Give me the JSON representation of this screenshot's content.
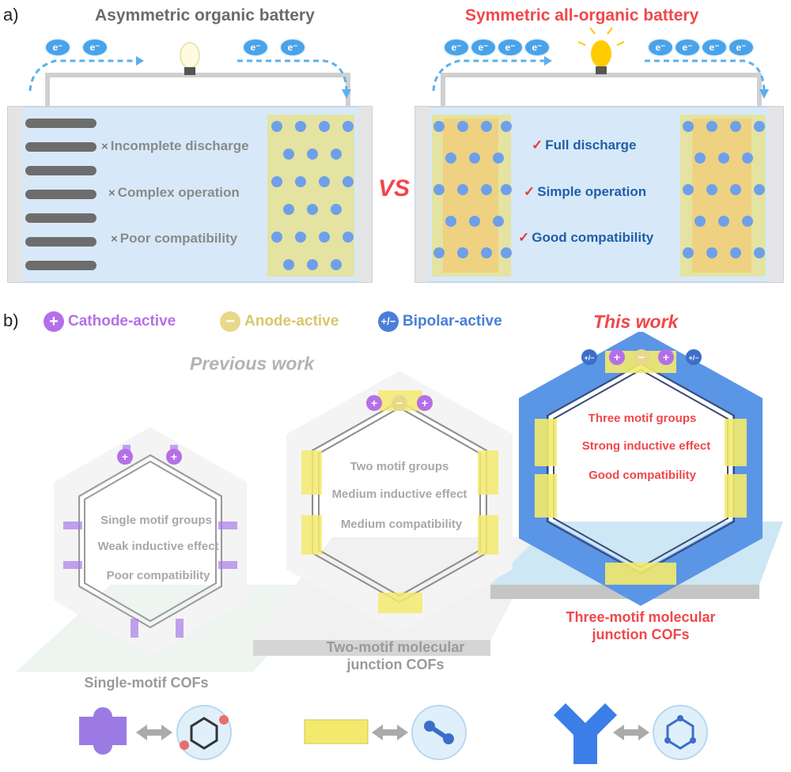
{
  "panel_a": {
    "label": "a)",
    "left": {
      "title": "Asymmetric organic battery",
      "electron_label": "e⁻",
      "features": [
        "Incomplete discharge",
        "Complex operation",
        "Poor compatibility"
      ],
      "mark": "×"
    },
    "vs": "VS",
    "right": {
      "title": "Symmetric all-organic battery",
      "electron_label": "e⁻",
      "features": [
        "Full discharge",
        "Simple operation",
        "Good compatibility"
      ],
      "mark": "✓"
    }
  },
  "panel_b": {
    "label": "b)",
    "legend": [
      {
        "symbol": "+",
        "text": "Cathode-active",
        "color": "#b56fe8"
      },
      {
        "symbol": "−",
        "text": "Anode-active",
        "color": "#e8d889"
      },
      {
        "symbol": "+/−",
        "text": "Bipolar-active",
        "color": "#4a7fd6"
      }
    ],
    "previous_work": "Previous work",
    "this_work": "This work",
    "hex1": {
      "lines": [
        "Single motif groups",
        "Weak inductive effect",
        "Poor compatibility"
      ],
      "caption": "Single-motif COFs"
    },
    "hex2": {
      "lines": [
        "Two motif groups",
        "Medium inductive effect",
        "Medium compatibility"
      ],
      "caption_line1": "Two-motif molecular",
      "caption_line2": "junction COFs"
    },
    "hex3": {
      "lines": [
        "Three motif groups",
        "Strong inductive effect",
        "Good compatibility"
      ],
      "caption_line1": "Three-motif molecular",
      "caption_line2": "junction COFs"
    }
  },
  "colors": {
    "purple": "#a97be8",
    "yellow": "#f3ea6d",
    "blue": "#5b95e6",
    "red": "#f0474a",
    "electrolyte": "#d7e9f8"
  }
}
